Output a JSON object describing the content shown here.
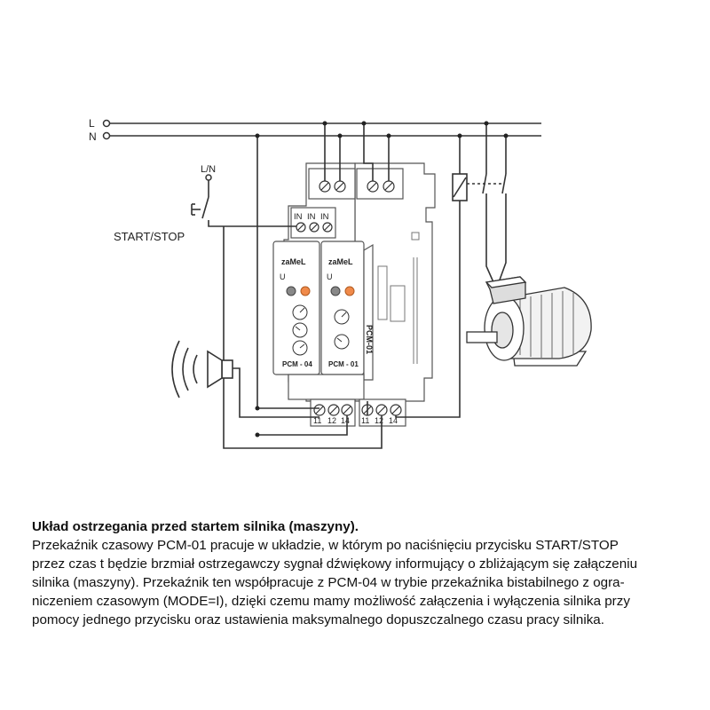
{
  "diagram": {
    "bus_labels": {
      "l": "L",
      "n": "N"
    },
    "switch_supply": "L/N",
    "switch_label": "START/STOP",
    "input_labels": [
      "IN",
      "IN",
      "IN"
    ],
    "relay_left": {
      "brand": "zaMeL",
      "u_label": "U",
      "model": "PCM - 04",
      "terminals": [
        "11",
        "12",
        "14"
      ]
    },
    "relay_right": {
      "brand": "zaMeL",
      "u_label": "U",
      "model": "PCM - 01",
      "side_model": "PCM-01",
      "terminals": [
        "11",
        "12",
        "14"
      ]
    }
  },
  "caption": {
    "title": "Układ ostrzegania przed startem silnika (maszyny).",
    "lines": [
      "Przekaźnik czasowy PCM-01 pracuje w układzie, w którym po naciśnięciu przycisku START/STOP",
      "przez czas t będzie brzmiał ostrzegawczy sygnał dźwiękowy informujący o zbliżającym się załączeniu",
      "silnika (maszyny). Przekaźnik ten współpracuje z PCM-04 w trybie przekaźnika bistabilnego z ogra-",
      "niczeniem czasowym (MODE=I), dzięki czemu mamy możliwość załączenia i wyłączenia silnika przy",
      "pomocy jednego przycisku oraz ustawienia maksymalnego dopuszczalnego czasu pracy silnika."
    ]
  }
}
